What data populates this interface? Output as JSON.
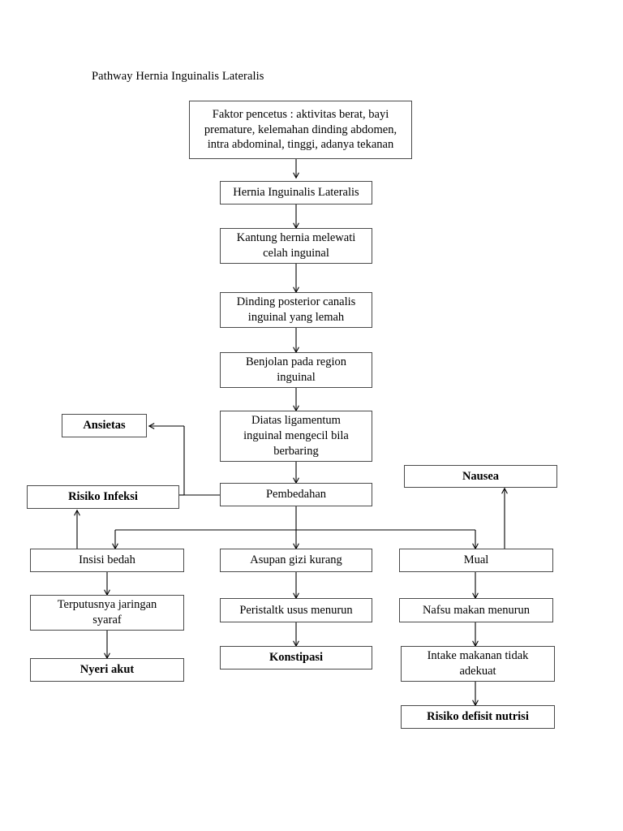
{
  "document": {
    "title": "Pathway Hernia Inguinalis Lateralis"
  },
  "theme": {
    "background": "#ffffff",
    "box_border": "#4a4a4a",
    "text": "#000000",
    "connector": "#000000"
  },
  "diagram": {
    "type": "flowchart",
    "orientation": "top-to-bottom",
    "nodes": [
      {
        "id": "faktor-pencetus",
        "label": "Faktor pencetus : aktivitas berat, bayi\npremature, kelemahan dinding abdomen,\nintra abdominal, tinggi, adanya tekanan",
        "bold": false
      },
      {
        "id": "hernia-inguinalis-lateralis",
        "label": "Hernia Inguinalis Lateralis",
        "bold": false
      },
      {
        "id": "kantung-hernia",
        "label": "Kantung hernia melewati\ncelah inguinal",
        "bold": false
      },
      {
        "id": "dinding-posterior",
        "label": "Dinding posterior canalis\ninguinal yang lemah",
        "bold": false
      },
      {
        "id": "benjolan",
        "label": "Benjolan pada region\ninguinal",
        "bold": false
      },
      {
        "id": "diatas-ligamentum",
        "label": "Diatas ligamentum\ninguinal mengecil bila\nberbaring",
        "bold": false
      },
      {
        "id": "ansietas",
        "label": "Ansietas",
        "bold": true
      },
      {
        "id": "risiko-infeksi",
        "label": "Risiko Infeksi",
        "bold": true
      },
      {
        "id": "pembedahan",
        "label": "Pembedahan",
        "bold": false
      },
      {
        "id": "nausea",
        "label": "Nausea",
        "bold": true
      },
      {
        "id": "insisi-bedah",
        "label": "Insisi bedah",
        "bold": false
      },
      {
        "id": "asupan-gizi-kurang",
        "label": "Asupan gizi kurang",
        "bold": false
      },
      {
        "id": "mual",
        "label": "Mual",
        "bold": false
      },
      {
        "id": "terputusnya-jaringan",
        "label": "Terputusnya jaringan\nsyaraf",
        "bold": false
      },
      {
        "id": "peristaltik-usus",
        "label": "Peristaltk usus menurun",
        "bold": false
      },
      {
        "id": "nafsu-makan-menurun",
        "label": "Nafsu makan menurun",
        "bold": false
      },
      {
        "id": "nyeri-akut",
        "label": "Nyeri akut",
        "bold": true
      },
      {
        "id": "konstipasi",
        "label": "Konstipasi",
        "bold": true
      },
      {
        "id": "intake-makanan",
        "label": "Intake makanan tidak\nadekuat",
        "bold": false
      },
      {
        "id": "risiko-defisit-nutrisi",
        "label": "Risiko defisit nutrisi",
        "bold": true
      }
    ],
    "edges": [
      {
        "from": "faktor-pencetus",
        "to": "hernia-inguinalis-lateralis"
      },
      {
        "from": "hernia-inguinalis-lateralis",
        "to": "kantung-hernia"
      },
      {
        "from": "kantung-hernia",
        "to": "dinding-posterior"
      },
      {
        "from": "dinding-posterior",
        "to": "benjolan"
      },
      {
        "from": "benjolan",
        "to": "diatas-ligamentum"
      },
      {
        "from": "diatas-ligamentum",
        "to": "pembedahan"
      },
      {
        "from": "pembedahan",
        "to": "ansietas"
      },
      {
        "from": "risiko-infeksi",
        "to": "ansietas"
      },
      {
        "from": "pembedahan",
        "to": "insisi-bedah"
      },
      {
        "from": "pembedahan",
        "to": "asupan-gizi-kurang"
      },
      {
        "from": "pembedahan",
        "to": "mual"
      },
      {
        "from": "insisi-bedah",
        "to": "risiko-infeksi"
      },
      {
        "from": "insisi-bedah",
        "to": "terputusnya-jaringan"
      },
      {
        "from": "terputusnya-jaringan",
        "to": "nyeri-akut"
      },
      {
        "from": "asupan-gizi-kurang",
        "to": "peristaltik-usus"
      },
      {
        "from": "peristaltik-usus",
        "to": "konstipasi"
      },
      {
        "from": "mual",
        "to": "nausea"
      },
      {
        "from": "mual",
        "to": "nafsu-makan-menurun"
      },
      {
        "from": "nafsu-makan-menurun",
        "to": "intake-makanan"
      },
      {
        "from": "intake-makanan",
        "to": "risiko-defisit-nutrisi"
      }
    ]
  }
}
